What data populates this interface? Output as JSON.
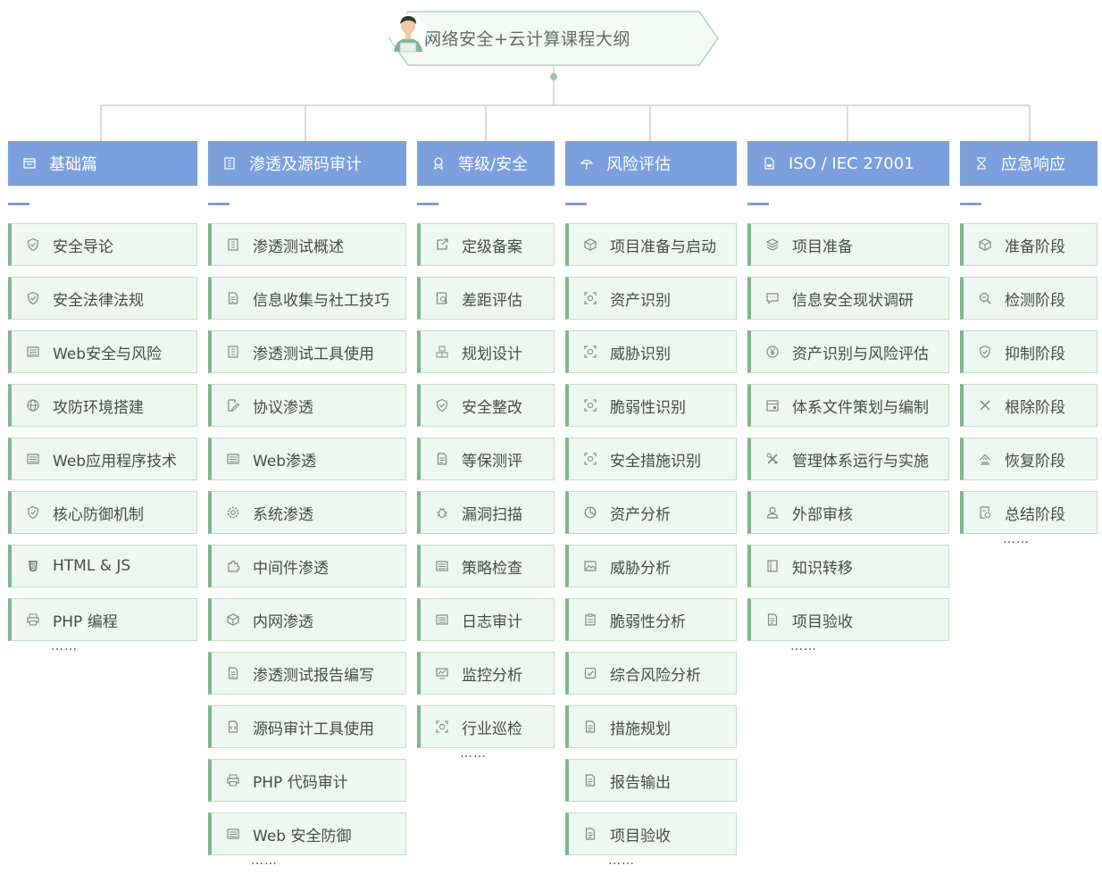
{
  "title": "网络安全+云计算课程大纲",
  "colors": {
    "header": "#7b9fdd",
    "item_bg": "#eef7f0",
    "item_border": "#7fb591",
    "connector": "#c7d3cb"
  },
  "ellipsis": "……",
  "columns": [
    {
      "title": "基础篇",
      "icon": "window-icon",
      "items": [
        {
          "label": "安全导论",
          "icon": "shield-icon"
        },
        {
          "label": "安全法律法规",
          "icon": "shield-icon"
        },
        {
          "label": "Web安全与风险",
          "icon": "list-icon"
        },
        {
          "label": "攻防环境搭建",
          "icon": "globe-icon"
        },
        {
          "label": "Web应用程序技术",
          "icon": "list-icon"
        },
        {
          "label": "核心防御机制",
          "icon": "shield-icon"
        },
        {
          "label": "HTML & JS",
          "icon": "html5-icon"
        },
        {
          "label": "PHP 编程",
          "icon": "printer-icon"
        }
      ]
    },
    {
      "title": "渗透及源码审计",
      "icon": "building-icon",
      "items": [
        {
          "label": "渗透测试概述",
          "icon": "building-icon"
        },
        {
          "label": "信息收集与社工技巧",
          "icon": "document-icon"
        },
        {
          "label": "渗透测试工具使用",
          "icon": "building-icon"
        },
        {
          "label": "协议渗透",
          "icon": "edit-icon"
        },
        {
          "label": "Web渗透",
          "icon": "list-icon"
        },
        {
          "label": "系统渗透",
          "icon": "gear-icon"
        },
        {
          "label": "中间件渗透",
          "icon": "puzzle-icon"
        },
        {
          "label": "内网渗透",
          "icon": "cube-icon"
        },
        {
          "label": "渗透测试报告编写",
          "icon": "document-icon"
        },
        {
          "label": "源码审计工具使用",
          "icon": "code-file-icon"
        },
        {
          "label": "PHP 代码审计",
          "icon": "printer-icon"
        },
        {
          "label": "Web 安全防御",
          "icon": "list-icon"
        }
      ]
    },
    {
      "title": "等级/安全",
      "icon": "award-icon",
      "items": [
        {
          "label": "定级备案",
          "icon": "share-icon"
        },
        {
          "label": "差距评估",
          "icon": "search-doc-icon"
        },
        {
          "label": "规划设计",
          "icon": "cubes-icon"
        },
        {
          "label": "安全整改",
          "icon": "shield-icon"
        },
        {
          "label": "等保测评",
          "icon": "document-icon"
        },
        {
          "label": "漏洞扫描",
          "icon": "bug-icon"
        },
        {
          "label": "策略检查",
          "icon": "list-icon"
        },
        {
          "label": "日志审计",
          "icon": "list-icon"
        },
        {
          "label": "监控分析",
          "icon": "monitor-icon"
        },
        {
          "label": "行业巡检",
          "icon": "scan-icon"
        }
      ]
    },
    {
      "title": "风险评估",
      "icon": "umbrella-icon",
      "items": [
        {
          "label": "项目准备与启动",
          "icon": "cube-icon"
        },
        {
          "label": "资产识别",
          "icon": "scan-icon"
        },
        {
          "label": "威胁识别",
          "icon": "scan-icon"
        },
        {
          "label": "脆弱性识别",
          "icon": "scan-icon"
        },
        {
          "label": "安全措施识别",
          "icon": "scan-icon"
        },
        {
          "label": "资产分析",
          "icon": "pie-icon"
        },
        {
          "label": "威胁分析",
          "icon": "image-icon"
        },
        {
          "label": "脆弱性分析",
          "icon": "clipboard-icon"
        },
        {
          "label": "综合风险分析",
          "icon": "check-icon"
        },
        {
          "label": "措施规划",
          "icon": "document-icon"
        },
        {
          "label": "报告输出",
          "icon": "document-icon"
        },
        {
          "label": "项目验收",
          "icon": "document-icon"
        }
      ]
    },
    {
      "title": "ISO / IEC 27001",
      "icon": "file-icon",
      "items": [
        {
          "label": "项目准备",
          "icon": "layers-icon"
        },
        {
          "label": "信息安全现状调研",
          "icon": "chat-icon"
        },
        {
          "label": "资产识别与风险评估",
          "icon": "yen-icon"
        },
        {
          "label": "体系文件策划与编制",
          "icon": "calendar-icon"
        },
        {
          "label": "管理体系运行与实施",
          "icon": "tools-icon"
        },
        {
          "label": "外部审核",
          "icon": "user-icon"
        },
        {
          "label": "知识转移",
          "icon": "book-icon"
        },
        {
          "label": "项目验收",
          "icon": "document-icon"
        }
      ]
    },
    {
      "title": "应急响应",
      "icon": "hourglass-icon",
      "items": [
        {
          "label": "准备阶段",
          "icon": "cube-icon"
        },
        {
          "label": "检测阶段",
          "icon": "search-icon"
        },
        {
          "label": "抑制阶段",
          "icon": "shield-icon"
        },
        {
          "label": "根除阶段",
          "icon": "close-icon"
        },
        {
          "label": "恢复阶段",
          "icon": "restore-icon"
        },
        {
          "label": "总结阶段",
          "icon": "summary-icon"
        }
      ]
    }
  ]
}
